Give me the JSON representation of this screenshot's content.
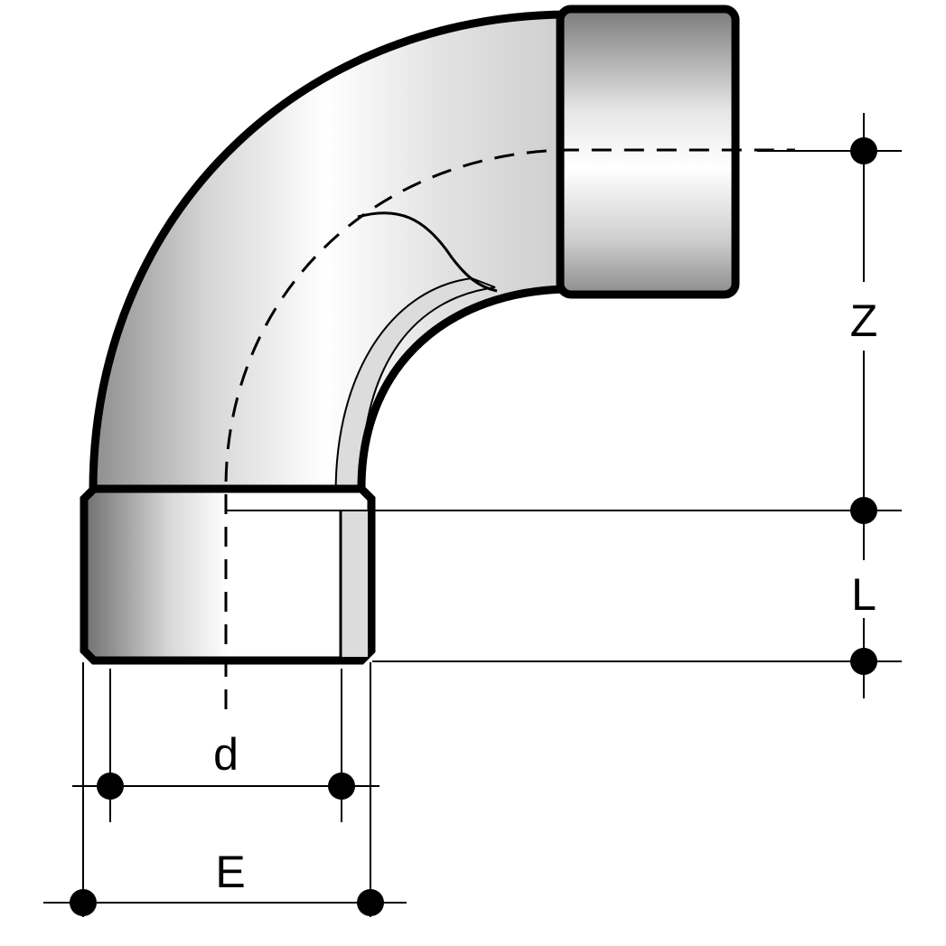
{
  "diagram": {
    "labels": {
      "z": "Z",
      "l": "L",
      "d": "d",
      "e": "E"
    }
  }
}
